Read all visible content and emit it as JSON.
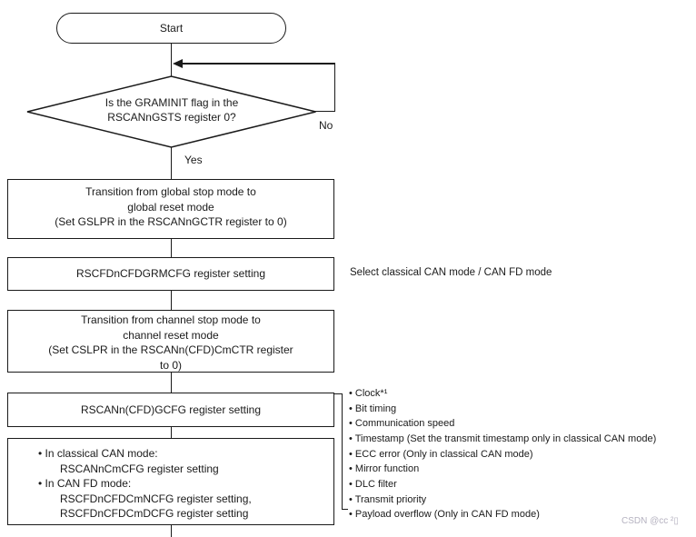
{
  "flowchart": {
    "start_label": "Start",
    "decision": {
      "line1": "Is the GRAMINIT flag in the",
      "line2": "RSCANnGSTS register 0?",
      "no": "No",
      "yes": "Yes"
    },
    "step1": {
      "line1": "Transition from global stop mode to",
      "line2": "global reset mode",
      "line3": "(Set GSLPR in the RSCANnGCTR register to 0)"
    },
    "step2": {
      "label": "RSCFDnCFDGRMCFG register setting",
      "annotation": "Select classical CAN mode / CAN FD mode"
    },
    "step3": {
      "line1": "Transition from channel stop mode to",
      "line2": "channel reset mode",
      "line3": "(Set CSLPR in the RSCANn(CFD)CmCTR register",
      "line4": "to 0)"
    },
    "step4": {
      "label": "RSCANn(CFD)GCFG register setting"
    },
    "step5": {
      "line1": "• In classical CAN mode:",
      "line2": "RSCANnCmCFG register setting",
      "line3": "• In CAN FD mode:",
      "line4": "RSCFDnCFDCmNCFG register setting,",
      "line5": "RSCFDnCFDCmDCFG register setting"
    },
    "gcfg_notes": [
      "• Clock*¹",
      "• Bit timing",
      "• Communication speed",
      "• Timestamp (Set the transmit timestamp only in classical CAN mode)",
      "• ECC error (Only in classical CAN mode)",
      "• Mirror function",
      "• DLC filter",
      "• Transmit priority",
      "• Payload overflow (Only in CAN FD mode)"
    ]
  },
  "watermark": "CSDN @cc ²▯"
}
